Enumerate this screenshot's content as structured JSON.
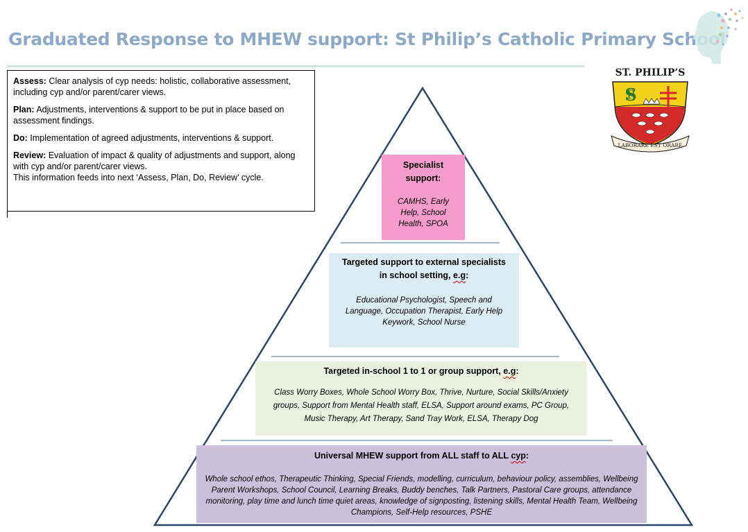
{
  "title": "Graduated Response to MHEW support: St Philip’s Catholic Primary School",
  "apdr": {
    "assess_label": "Assess:",
    "assess_text": " Clear analysis of cyp needs: holistic, collaborative assessment, including cyp and/or parent/carer views.",
    "plan_label": "Plan:",
    "plan_text": " Adjustments, interventions & support to be put in place based on assessment findings.",
    "do_label": "Do:",
    "do_text": " Implementation of agreed adjustments, interventions & support.",
    "review_label": "Review:",
    "review_text": " Evaluation of impact & quality of adjustments and support, along with cyp and/or parent/carer views.",
    "review_note": "This information feeds into next ‘Assess, Plan, Do, Review’ cycle."
  },
  "tiers": {
    "specialist": {
      "heading": "Specialist support:",
      "body": "CAMHS, Early Help, School Health, SPOA",
      "color": "#f59ccd"
    },
    "external": {
      "heading_a": "Targeted support to external specialists in school setting, ",
      "heading_b": "e.g",
      "heading_c": ":",
      "body": "Educational Psychologist, Speech and Language, Occupation Therapist, Early Help Keywork, School Nurse",
      "color": "#dbecf3"
    },
    "in_school": {
      "heading_a": "Targeted in-school 1 to 1 or group support, ",
      "heading_b": "e.g",
      "heading_c": ":",
      "body": "Class Worry Boxes, Whole School Worry Box, Thrive, Nurture, Social Skills/Anxiety groups, Support from Mental Health staff, ELSA, Support around exams, PC Group, Music Therapy, Art Therapy, Sand Tray Work, ELSA, Therapy Dog",
      "color": "#ebf1de"
    },
    "universal": {
      "heading_a": "Universal MHEW support from ALL staff to ALL ",
      "heading_b": "cyp",
      "heading_c": ":",
      "body": "Whole school ethos, Therapeutic Thinking, Special Friends, modelling, curriculum, behaviour policy, assemblies, Wellbeing Parent Workshops, School Council, Learning Breaks, Buddy benches, Talk Partners, Pastoral Care groups, attendance monitoring, play time and lunch time quiet areas, knowledge of signposting, listening skills, Mental Health Team, Wellbeing Champions, Self-Help resources, PSHE",
      "color": "#ccc1dc"
    }
  },
  "logo": {
    "name": "ST. PHILIP’S",
    "motto": "LABORARE EST ORARE"
  }
}
